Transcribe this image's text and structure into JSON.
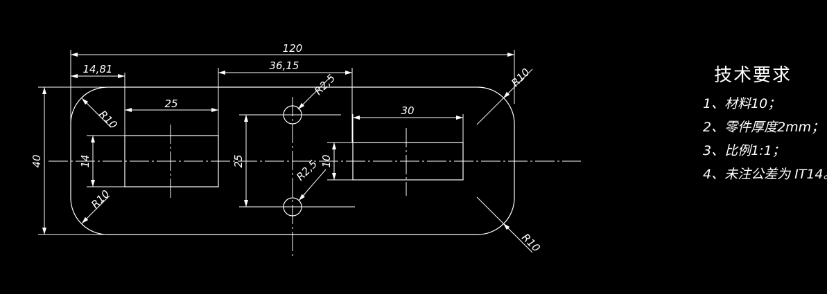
{
  "drawing": {
    "dimensions": {
      "overall_length": "120",
      "overall_height": "40",
      "left_slot_offset": "14,81",
      "hole_offset": "36,15",
      "left_slot_width": "25",
      "left_slot_height": "14",
      "right_slot_width": "30",
      "right_slot_height": "10",
      "hole_spacing": "25",
      "hole_radius_top": "R2,5",
      "hole_radius_bottom": "R2,5",
      "corner_tl": "R10",
      "corner_bl": "R10",
      "corner_tr": "R10",
      "corner_br": "R10"
    }
  },
  "notes": {
    "title": "技术要求",
    "items": [
      "1、材料10；",
      "2、零件厚度2mm；",
      "3、比例1:1；",
      "4、未注公差为 IT14。"
    ]
  }
}
